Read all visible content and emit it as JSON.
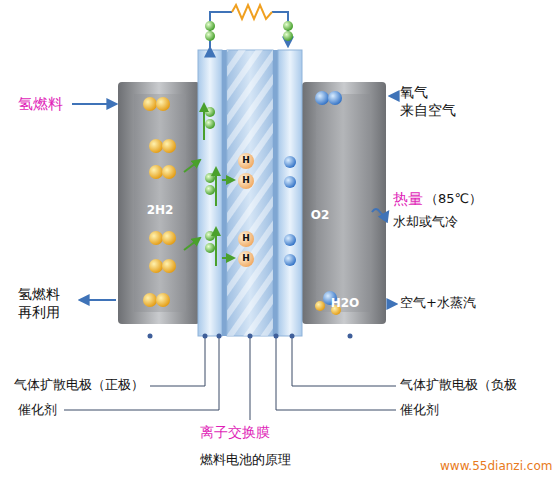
{
  "diagram": {
    "caption": "燃料电池的原理",
    "nodes": [
      {
        "text": [
          "2H2"
        ]
      },
      {
        "text": [
          "O2",
          "H2O"
        ]
      }
    ],
    "labels": [
      "氢燃料",
      "氢燃料 再利用",
      "氧气 来自空气",
      "热量",
      "（85℃）",
      "水却或气冷",
      "空气+水蒸汽",
      "H",
      "H",
      "H",
      "H",
      "气体扩散电极（正极）",
      "催化剂",
      "离子交换膜",
      "气体扩散电极（负极",
      "催化剂",
      "www.55dianzi.com"
    ]
  }
}
